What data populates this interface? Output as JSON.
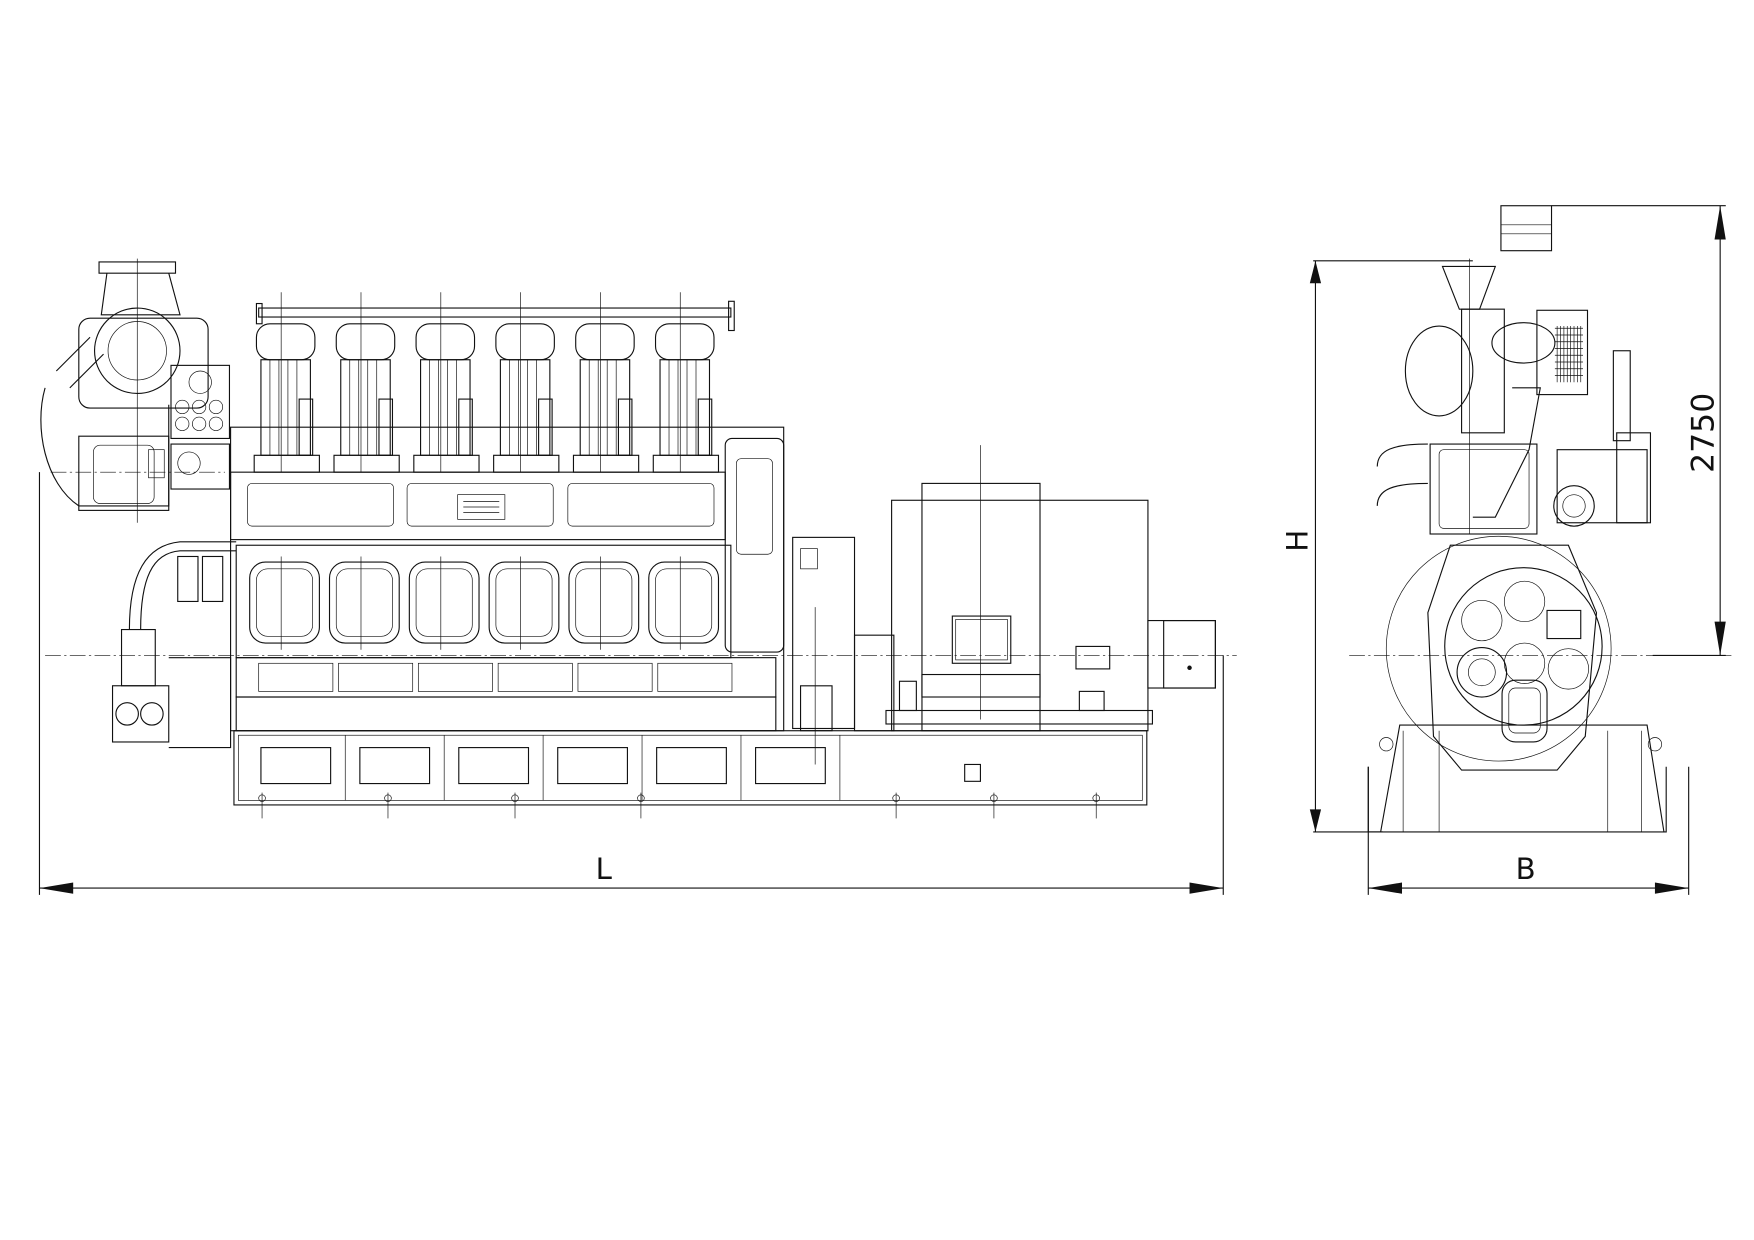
{
  "dimensions": {
    "length_label": "L",
    "width_label": "B",
    "height_label": "H",
    "overall_height_value": "2750"
  }
}
